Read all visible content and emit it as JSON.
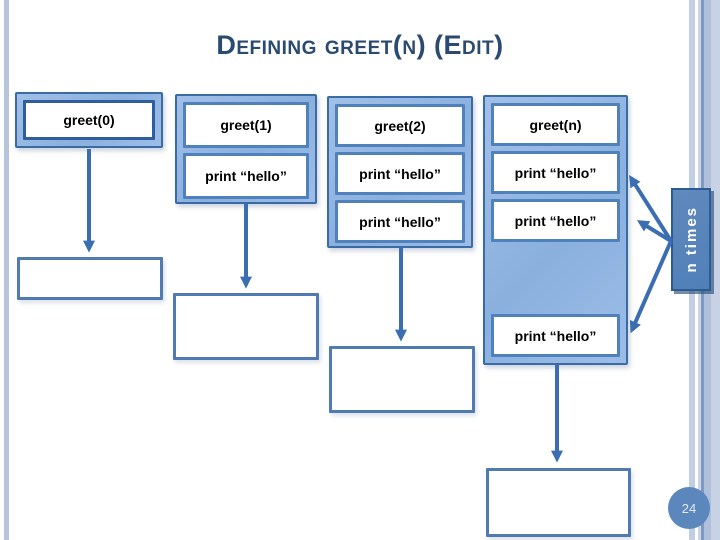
{
  "slide": {
    "title": "Defining greet(n) (Edit)",
    "page_number": "24",
    "n_times_label": "n times"
  },
  "diagram": {
    "columns": [
      {
        "header": "greet(0)",
        "rows": []
      },
      {
        "header": "greet(1)",
        "rows": [
          "print “hello”"
        ]
      },
      {
        "header": "greet(2)",
        "rows": [
          "print “hello”",
          "print “hello”"
        ]
      },
      {
        "header": "greet(n)",
        "rows": [
          "print “hello”",
          "print “hello”"
        ],
        "deferred_row": "print “hello”"
      }
    ]
  },
  "colors": {
    "title_text": "#2b4a6f",
    "container_fill": "#8eb4e3",
    "container_border": "#3a6ba5",
    "cell_border": "#4f81bd",
    "arrow": "#3b6db3",
    "n_times_fill": "#5585bb",
    "page_circle_fill": "#5b87bd",
    "edge_stripe": "#b7c4dc"
  }
}
